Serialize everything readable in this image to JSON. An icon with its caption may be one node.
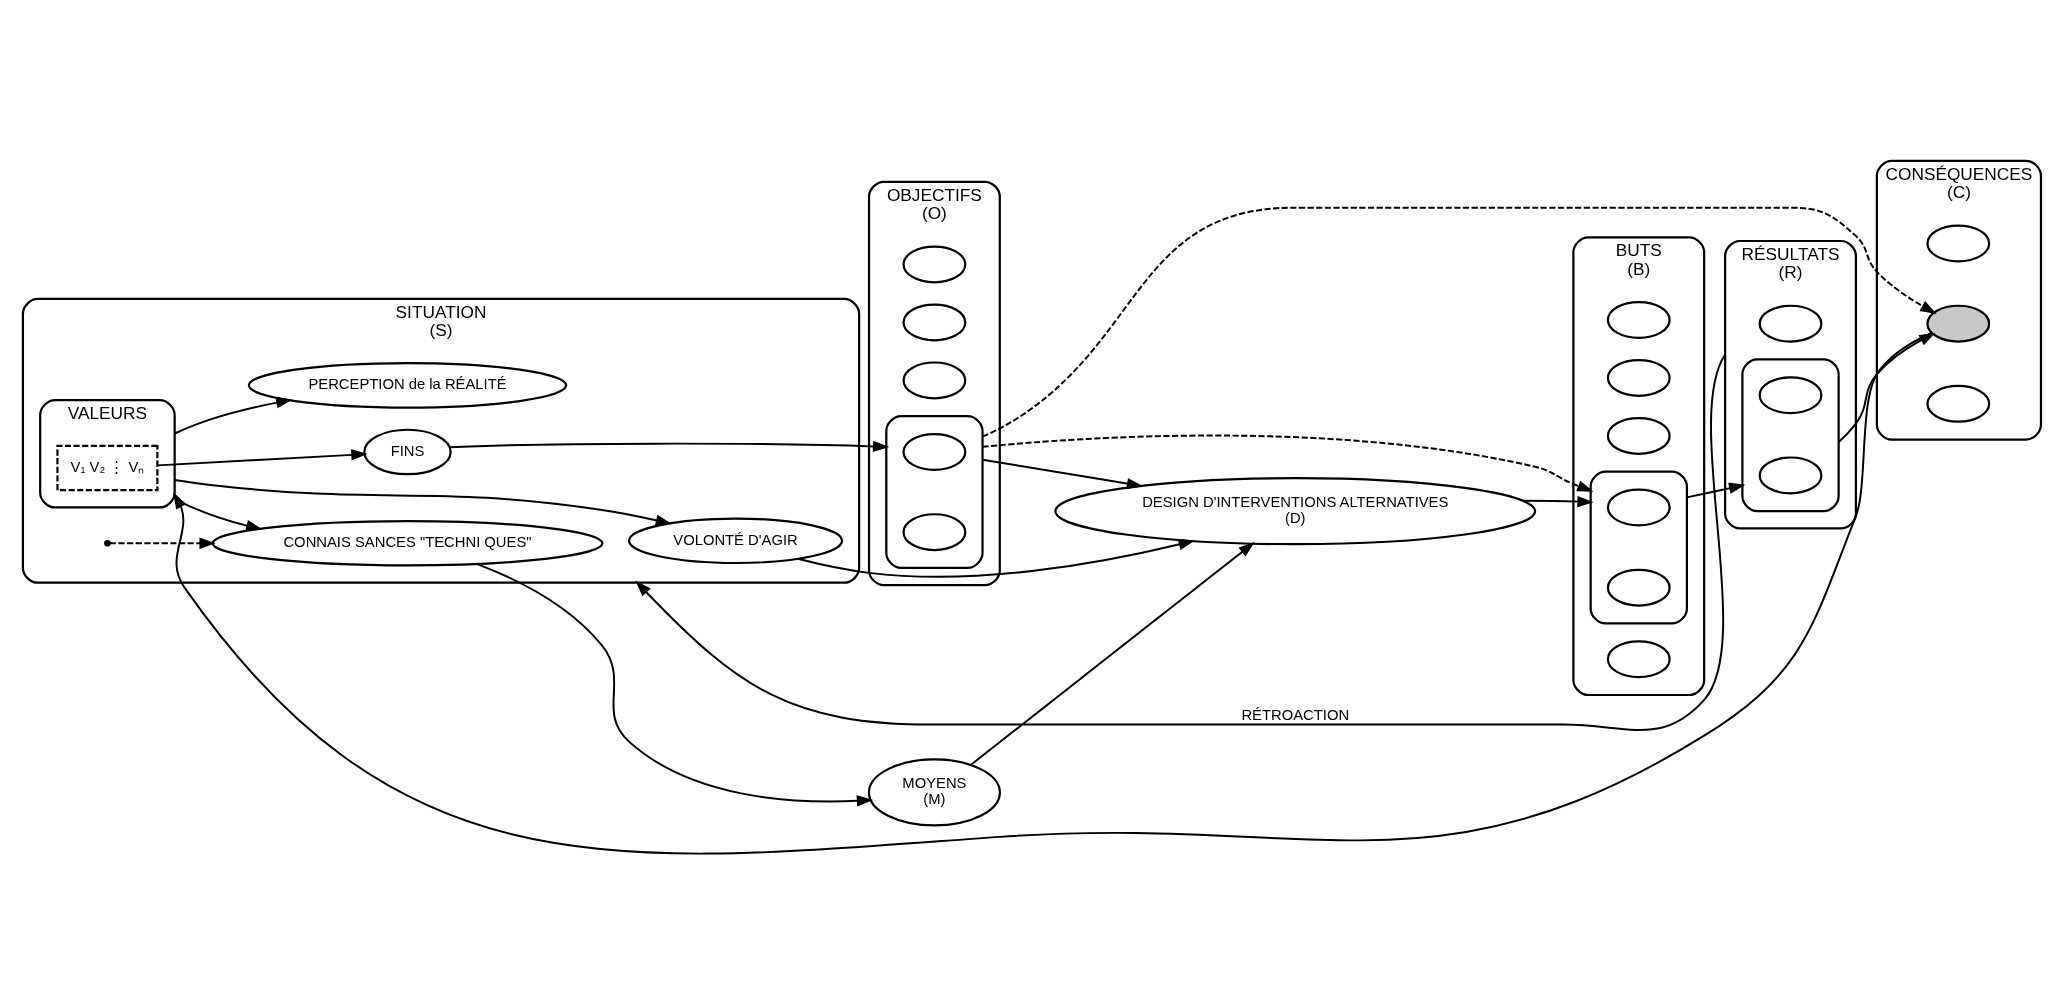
{
  "diagram": {
    "nodes": [
      {
        "text": [
          "SITUATION",
          "(S)"
        ]
      },
      {
        "text": [
          "VALEURS"
        ],
        "in": 0
      },
      {
        "text": [
          "V₁ V₂ ⋮ Vₙ"
        ],
        "in": 1
      },
      {
        "text": [
          "FINS"
        ],
        "in": 0
      },
      {
        "text": [
          "PERCEPTION de la RÉALITÉ"
        ],
        "in": 0
      },
      {
        "text": [
          "VOLONTÉ D'AGIR"
        ],
        "in": 0
      },
      {
        "text": [
          "CONNAIS SANCES \"TECHNI QUES\""
        ],
        "in": 0
      },
      {
        "text": [
          "OBJECTIFS",
          "(O)"
        ]
      },
      {
        "text": [],
        "shape": "ellipse",
        "in": 7
      },
      {
        "text": [],
        "shape": "ellipse",
        "in": 7
      },
      {
        "text": [],
        "shape": "ellipse",
        "in": 7
      },
      {
        "text": [],
        "shape": "ellipse",
        "in": 7
      },
      {
        "text": [],
        "shape": "ellipse",
        "in": 11
      },
      {
        "text": [],
        "shape": "ellipse",
        "in": 11
      },
      {
        "text": [
          "DESIGN D'INTERVENTIONS ALTERNATIVES",
          "(D)"
        ]
      },
      {
        "text": [
          "MOYENS",
          "(M)"
        ]
      },
      {
        "text": [
          "BUTS",
          "(B)"
        ]
      },
      {
        "text": [],
        "shape": "ellipse",
        "in": 16
      },
      {
        "text": [],
        "shape": "ellipse",
        "in": 16
      },
      {
        "text": [],
        "shape": "ellipse",
        "in": 16
      },
      {
        "text": [],
        "shape": "ellipse",
        "in": 16
      },
      {
        "text": [],
        "shape": "ellipse",
        "in": 20
      },
      {
        "text": [],
        "shape": "ellipse",
        "in": 20
      },
      {
        "text": [],
        "shape": "ellipse",
        "in": 16
      },
      {
        "text": [
          "RÉSULTATS",
          "(R)"
        ]
      },
      {
        "text": [],
        "shape": "ellipse",
        "in": 24
      },
      {
        "text": [],
        "shape": "ellipse",
        "in": 24
      },
      {
        "text": [],
        "shape": "ellipse",
        "in": 26
      },
      {
        "text": [],
        "shape": "ellipse",
        "in": 26
      },
      {
        "text": [
          "CONSÉQUENCES",
          "(C)"
        ]
      },
      {
        "text": [],
        "shape": "ellipse",
        "in": 29
      },
      {
        "text": [],
        "shape": "ellipse",
        "in": 29
      },
      {
        "text": [],
        "shape": "ellipse",
        "in": 29
      }
    ],
    "edges": [
      {
        "from": 31,
        "to": 1,
        "arrow": "to"
      },
      {
        "from": 1,
        "to": 4,
        "arrow": "to"
      },
      {
        "from": 1,
        "to": 5,
        "arrow": "to"
      },
      {
        "from": 1,
        "to": 6,
        "arrow": "to"
      },
      {
        "from": 2,
        "to": 3,
        "arrow": "to"
      },
      {
        "from": 3,
        "to": 11,
        "arrow": "to"
      },
      {
        "from": 5,
        "to": 14,
        "arrow": "to"
      },
      {
        "from": 6,
        "to": 15,
        "arrow": "to"
      },
      {
        "from": 11,
        "to": 14,
        "arrow": "to"
      },
      {
        "from": 11,
        "to": 20,
        "arrow": "to",
        "style": "dashed"
      },
      {
        "from": 11,
        "to": 31,
        "arrow": "to",
        "style": "dashed"
      },
      {
        "from": 15,
        "to": 14,
        "arrow": "to"
      },
      {
        "from": 14,
        "to": 20,
        "arrow": "to"
      },
      {
        "from": 20,
        "to": 26,
        "arrow": "to"
      },
      {
        "from": 26,
        "to": 31,
        "arrow": "to"
      },
      {
        "from": 24,
        "to": 0,
        "arrow": "to",
        "label": "RÉTROACTION"
      },
      {
        "from": 0,
        "to": 6,
        "arrow": "to",
        "style": "dashed"
      }
    ]
  }
}
